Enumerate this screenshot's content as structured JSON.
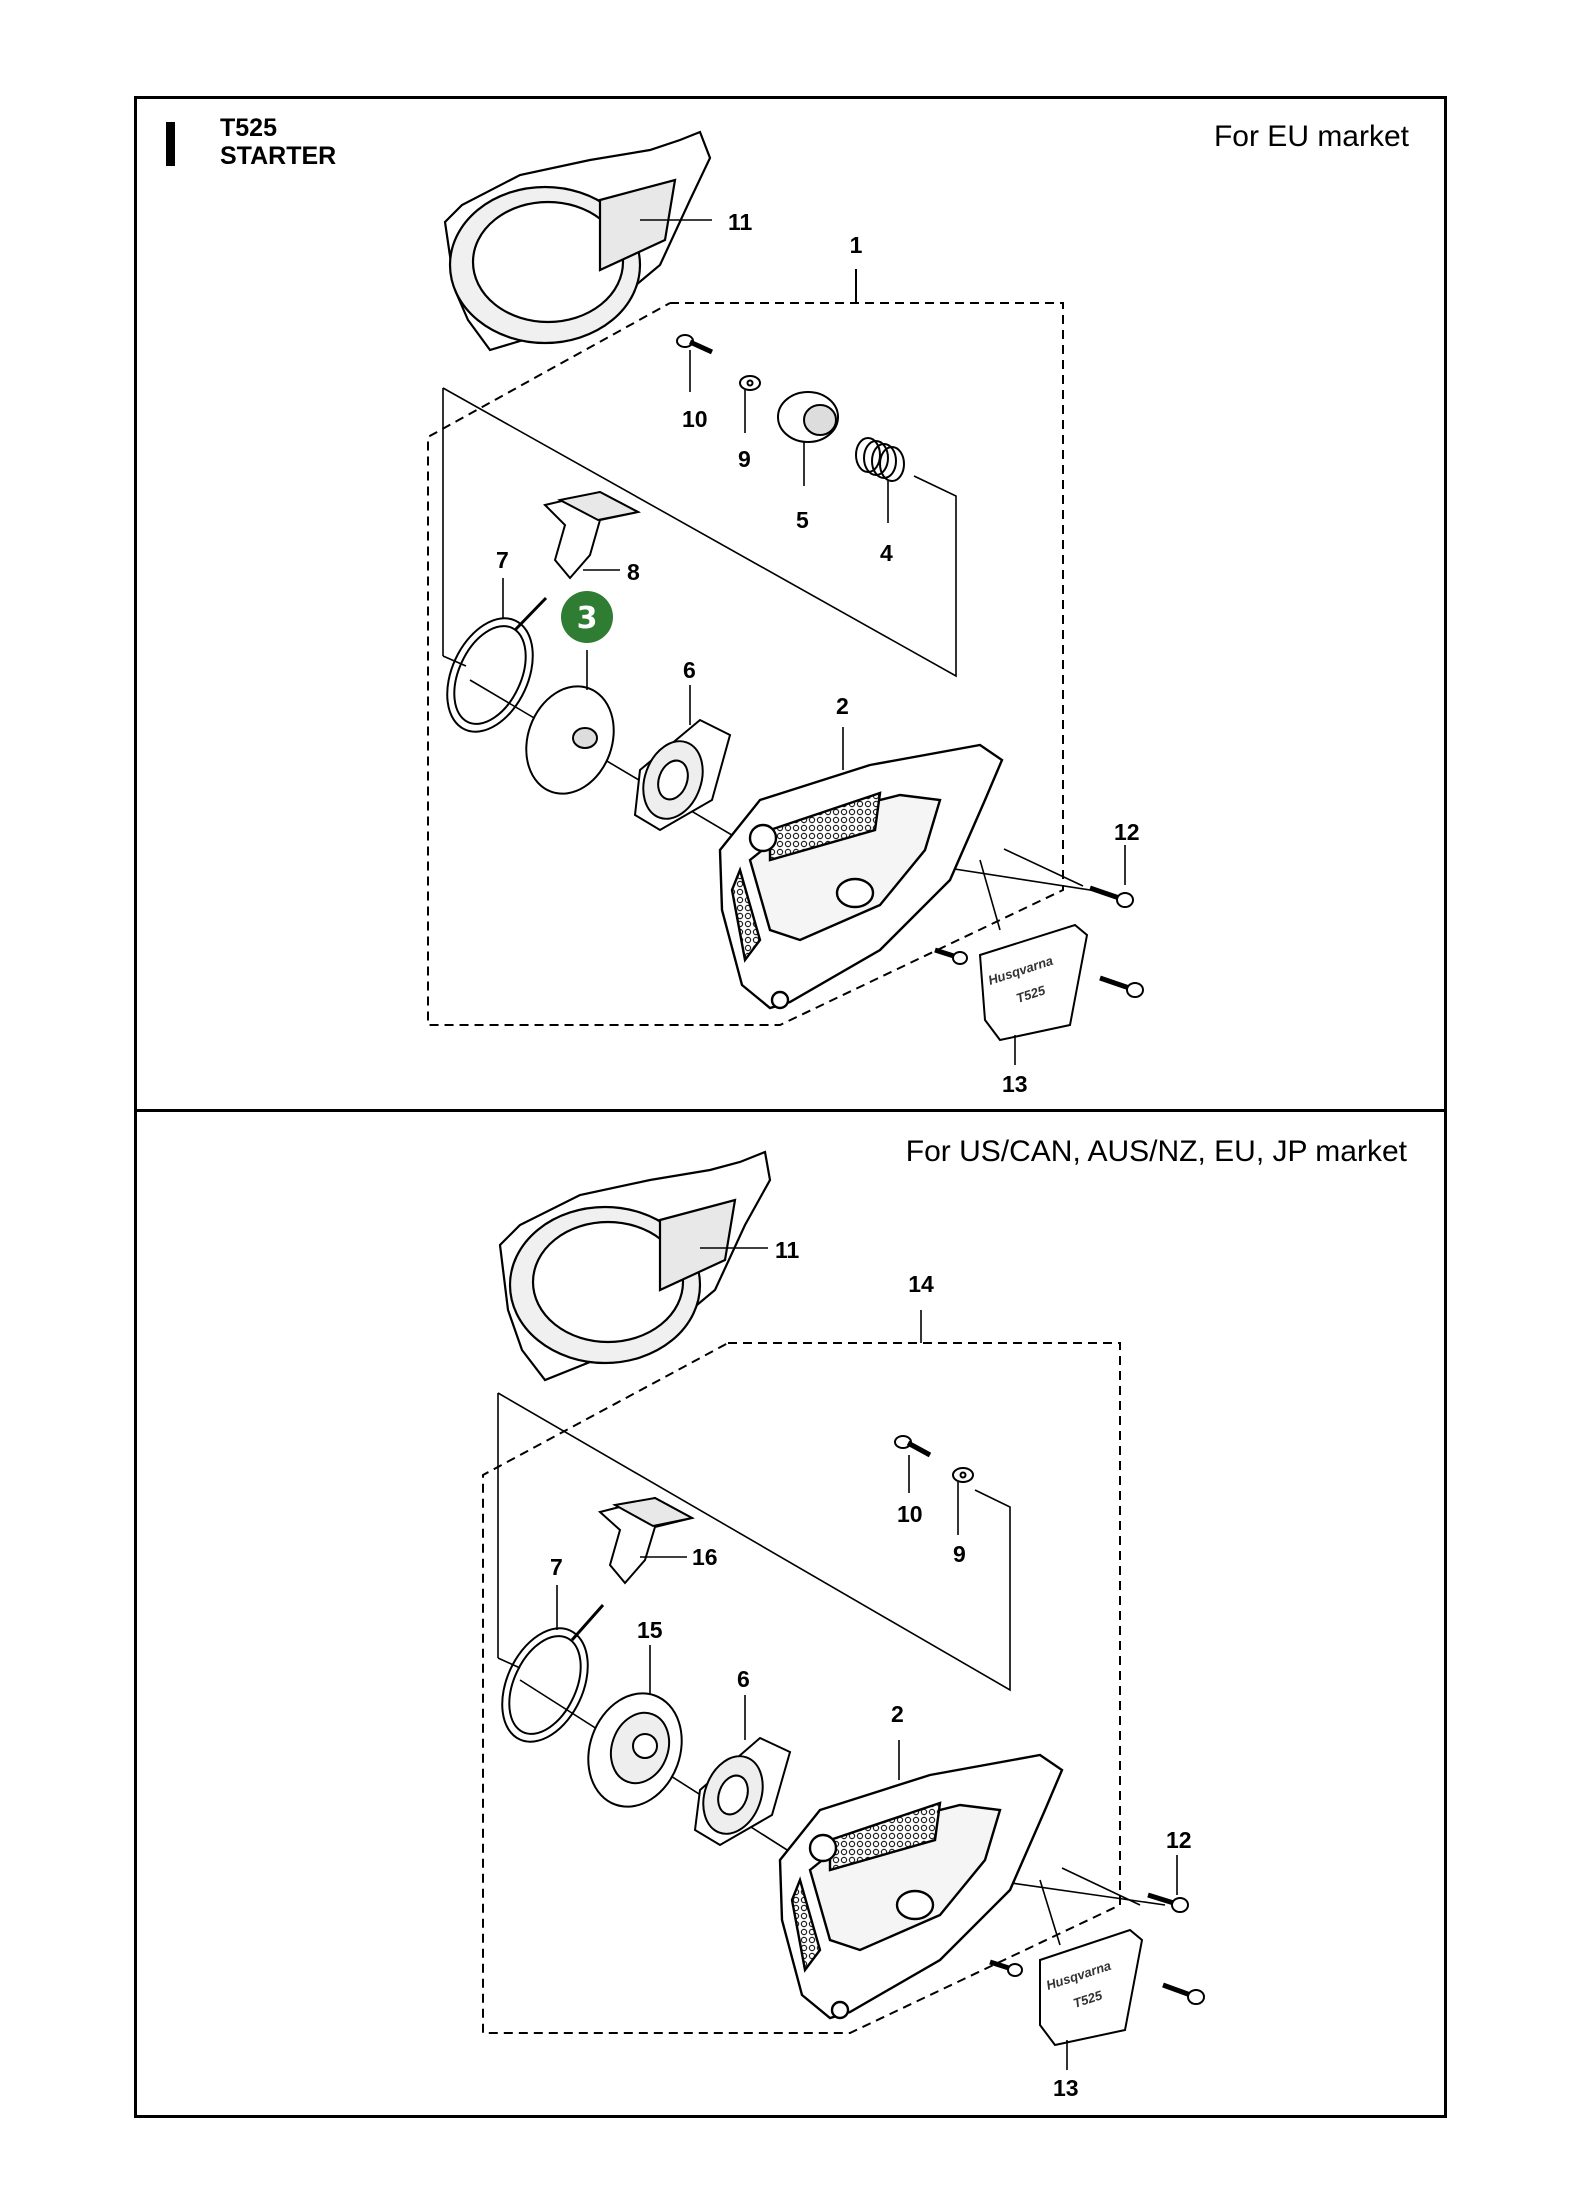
{
  "header": {
    "model": "T525",
    "title": "STARTER"
  },
  "panels": [
    {
      "market": "For EU market",
      "callouts": [
        "11",
        "1",
        "10",
        "9",
        "5",
        "4",
        "7",
        "8",
        "6",
        "2",
        "12",
        "13"
      ],
      "highlight_badge": "3"
    },
    {
      "market": "For US/CAN, AUS/NZ, EU, JP market",
      "callouts": [
        "11",
        "14",
        "10",
        "9",
        "16",
        "7",
        "15",
        "6",
        "2",
        "12",
        "13"
      ]
    }
  ],
  "logo_text": "Husqvarna",
  "decal_text": "T525",
  "colors": {
    "badge": "#2e7d32",
    "line": "#000000"
  }
}
